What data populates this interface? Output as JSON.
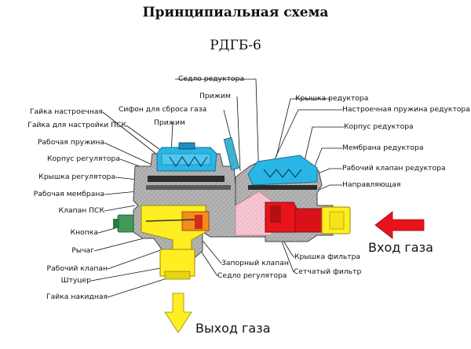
{
  "title": "Принципиальная схема",
  "subtitle": "РДГБ-6",
  "colors": {
    "body": "#a9a9a9",
    "body_dark": "#555555",
    "cyan": "#29b6e6",
    "yellow": "#ffee22",
    "red": "#e8141b",
    "pink": "#f2b8c4",
    "arrow_in": "#e8141b",
    "arrow_out": "#ffee22"
  },
  "labels": {
    "left": [
      "Гайка настроечная",
      "Гайка для настройки ПСК",
      "Рабочая пружина",
      "Корпус регулятора",
      "Крышка регулятора",
      "Рабочая мембрана",
      "Клапан ПСК",
      "Кнопка",
      "Рычаг",
      "Рабочий клапан",
      "Штуцер",
      "Гайка накидная"
    ],
    "top": [
      "Седло редуктора",
      "Прижим",
      "Сифон для сброса газа",
      "Прижим"
    ],
    "right": [
      "Крышка редуктора",
      "Настроечная пружина редуктора",
      "Корпус редуктора",
      "Мембрана редуктора",
      "Рабочий клапан редуктора",
      "Направляющая",
      "Крышка фильтра",
      "Сетчатый фильтр"
    ],
    "bottom": [
      "Запорный клапан",
      "Седло регулятора"
    ]
  },
  "flow": {
    "gas_in": "Вход газа",
    "gas_out": "Выход газа"
  }
}
